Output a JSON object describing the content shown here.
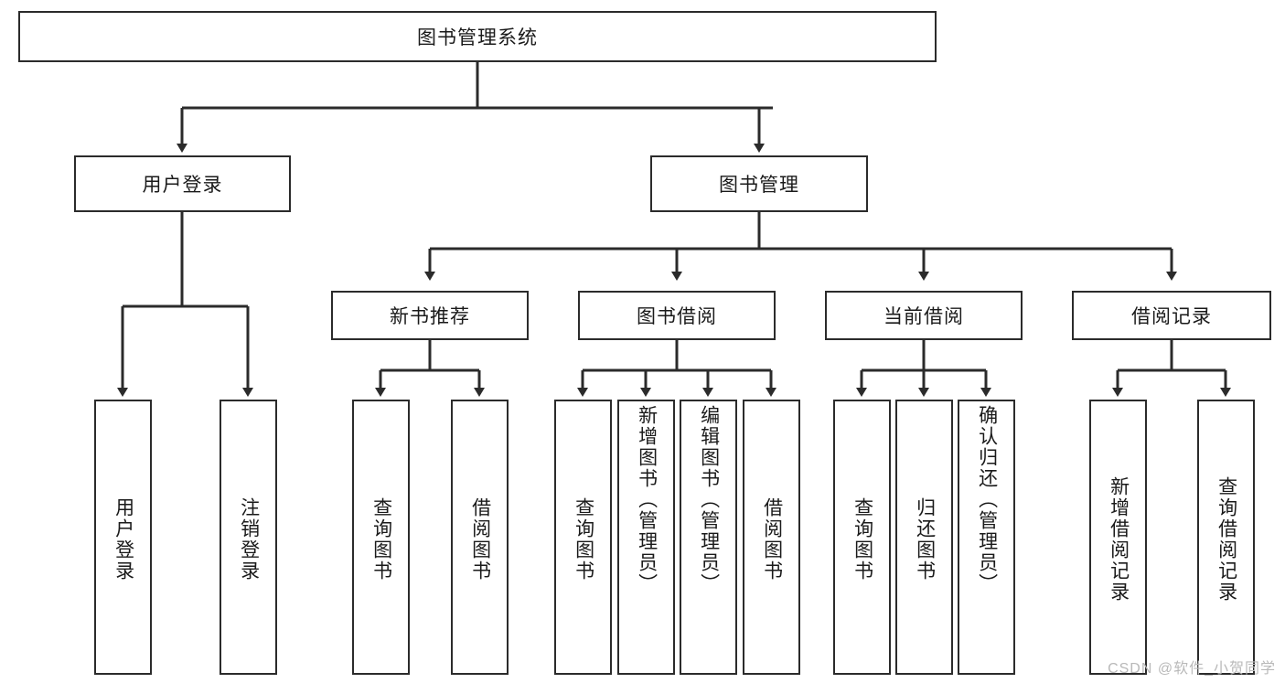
{
  "diagram": {
    "title": "图书管理系统",
    "type": "tree-hierarchy-chart",
    "colors": {
      "box_border": "#2b2b2b",
      "box_fill": "#ffffff",
      "edge": "#2b2b2b",
      "text": "#1a1a1a",
      "watermark": "#b9b9b9",
      "background": "#ffffff"
    },
    "root": {
      "label": "图书管理系统"
    },
    "level2": [
      {
        "label": "用户登录"
      },
      {
        "label": "图书管理"
      }
    ],
    "level3": [
      {
        "label": "新书推荐"
      },
      {
        "label": "图书借阅"
      },
      {
        "label": "当前借阅"
      },
      {
        "label": "借阅记录"
      }
    ],
    "leaves_user_login": [
      {
        "label": "用户登录"
      },
      {
        "label": "注销登录"
      }
    ],
    "leaves_new_book": [
      {
        "label": "查询图书"
      },
      {
        "label": "借阅图书"
      }
    ],
    "leaves_borrow": [
      {
        "label": "查询图书"
      },
      {
        "label": "新增图书（管理员）"
      },
      {
        "label": "编辑图书（管理员）"
      },
      {
        "label": "借阅图书"
      }
    ],
    "leaves_current": [
      {
        "label": "查询图书"
      },
      {
        "label": "归还图书"
      },
      {
        "label": "确认归还（管理员）"
      }
    ],
    "leaves_records": [
      {
        "label": "新增借阅记录"
      },
      {
        "label": "查询借阅记录"
      }
    ]
  },
  "watermark": {
    "text": "CSDN @软件_小贺同学"
  }
}
